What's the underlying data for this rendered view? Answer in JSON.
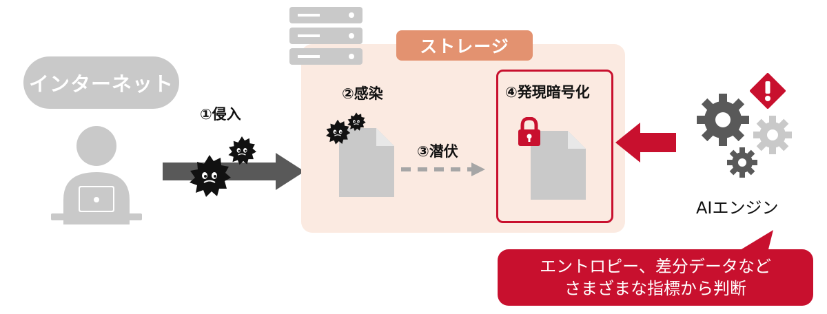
{
  "internet": {
    "label": "インターネット"
  },
  "steps": {
    "intrusion": "①侵入",
    "infection": "②感染",
    "latency": "③潜伏",
    "encryption": "④発現暗号化"
  },
  "storage": {
    "label": "ストレージ"
  },
  "ai_engine": {
    "label": "AIエンジン"
  },
  "callout": {
    "line1": "エントロピー、差分データなど",
    "line2": "さまざまな指標から判断"
  },
  "colors": {
    "gray_light": "#c9c9c9",
    "gray_mid": "#a6a6a6",
    "gray_dark": "#595959",
    "storage_bg": "#fbeae1",
    "storage_tag": "#e39270",
    "accent_red": "#c8102e",
    "virus": "#111111"
  },
  "icons": {
    "user": "user-with-laptop-icon",
    "server": "server-icon",
    "virus": "virus-icon",
    "file": "document-icon",
    "lock": "lock-icon",
    "gears": "gears-icon",
    "warning": "warning-icon"
  }
}
